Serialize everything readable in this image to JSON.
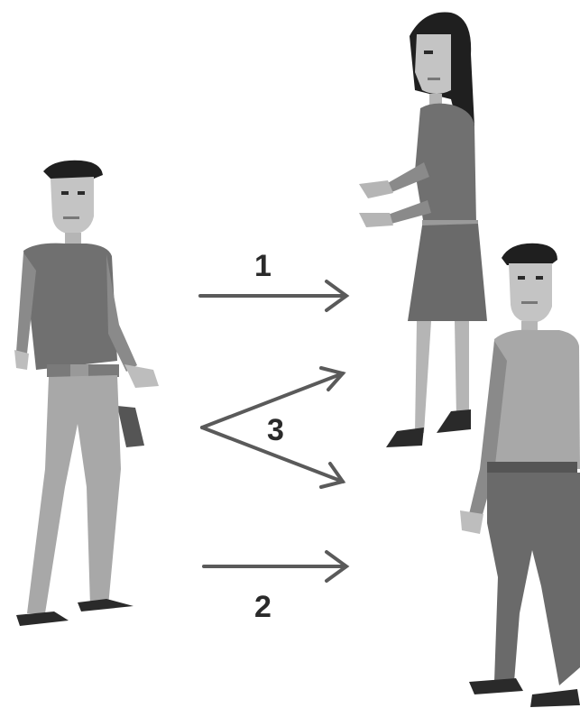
{
  "diagram": {
    "labels": {
      "arrow_1": "1",
      "arrow_2": "2",
      "arrow_3": "3"
    },
    "figures": {
      "left_man": "man-figure",
      "woman": "woman-figure",
      "right_man": "man-figure"
    },
    "colors": {
      "shirt": "#6f6f6f",
      "pants_light": "#a9a9a9",
      "pants_dark": "#6a6a6a",
      "skin": "#bdbdbd",
      "hair": "#1f1f1f",
      "arrow": "#5a5a5a",
      "background": "#ffffff"
    }
  }
}
